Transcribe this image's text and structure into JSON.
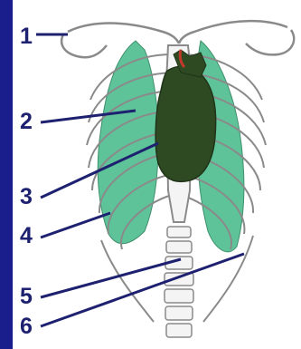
{
  "labels": [
    "1",
    "2",
    "3",
    "4",
    "5",
    "6"
  ],
  "colors": {
    "border": "#1a1d8c",
    "background": "#ffffff",
    "lung": "#5fc39a",
    "heart": "#2d4a22",
    "bone": "#8a8a8a",
    "pointer": "#1d2170"
  }
}
